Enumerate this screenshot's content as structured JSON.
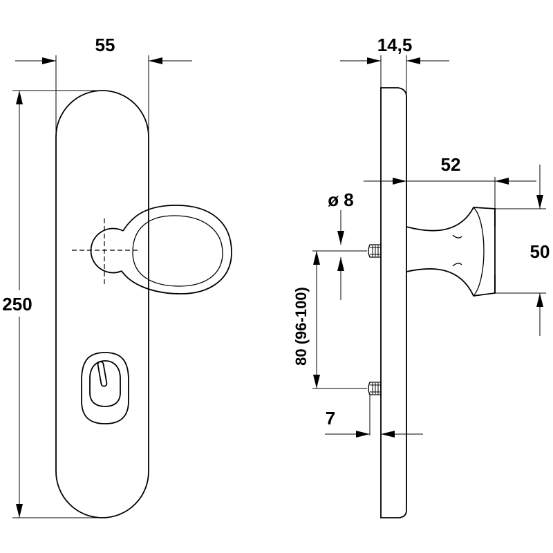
{
  "front_view": {
    "width_label": "55",
    "height_label": "250"
  },
  "side_view": {
    "thickness_label": "14,5",
    "projection_label": "52",
    "knob_height_label": "50",
    "pin_diameter_label": "ø 8",
    "pin_distance_label": "80 (96-100)",
    "pin_offset_label": "7"
  }
}
